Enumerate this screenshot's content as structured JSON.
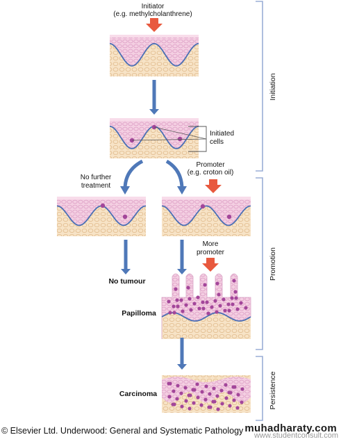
{
  "labels": {
    "initiator": "Initiator",
    "initiator_example": "(e.g. methylcholanthrene)",
    "initiated_cells": "Initiated\ncells",
    "no_further_treatment": "No further\ntreatment",
    "promoter": "Promoter",
    "promoter_example": "(e.g. croton oil)",
    "more_promoter": "More\npromoter",
    "no_tumour": "No tumour",
    "papilloma": "Papilloma",
    "carcinoma": "Carcinoma"
  },
  "stages": {
    "initiation": "Initiation",
    "promotion": "Promotion",
    "persistence": "Persistence"
  },
  "footer": {
    "credit": "© Elsevier Ltd. Underwood: General and Systematic Pathology",
    "watermark": "muhadharaty.com",
    "source": "www.studentconsult.com"
  },
  "colors": {
    "epithelium": "#f2c9df",
    "epithelium_cell": "#d98fbc",
    "stroma": "#f7e3c6",
    "stroma_cell": "#e2bf92",
    "basement_membrane": "#4a6fb5",
    "arrow_blue": "#4f78b8",
    "arrow_red": "#e8593e",
    "bracket": "#9aaed6",
    "initiated_cell": "#a3469a"
  }
}
